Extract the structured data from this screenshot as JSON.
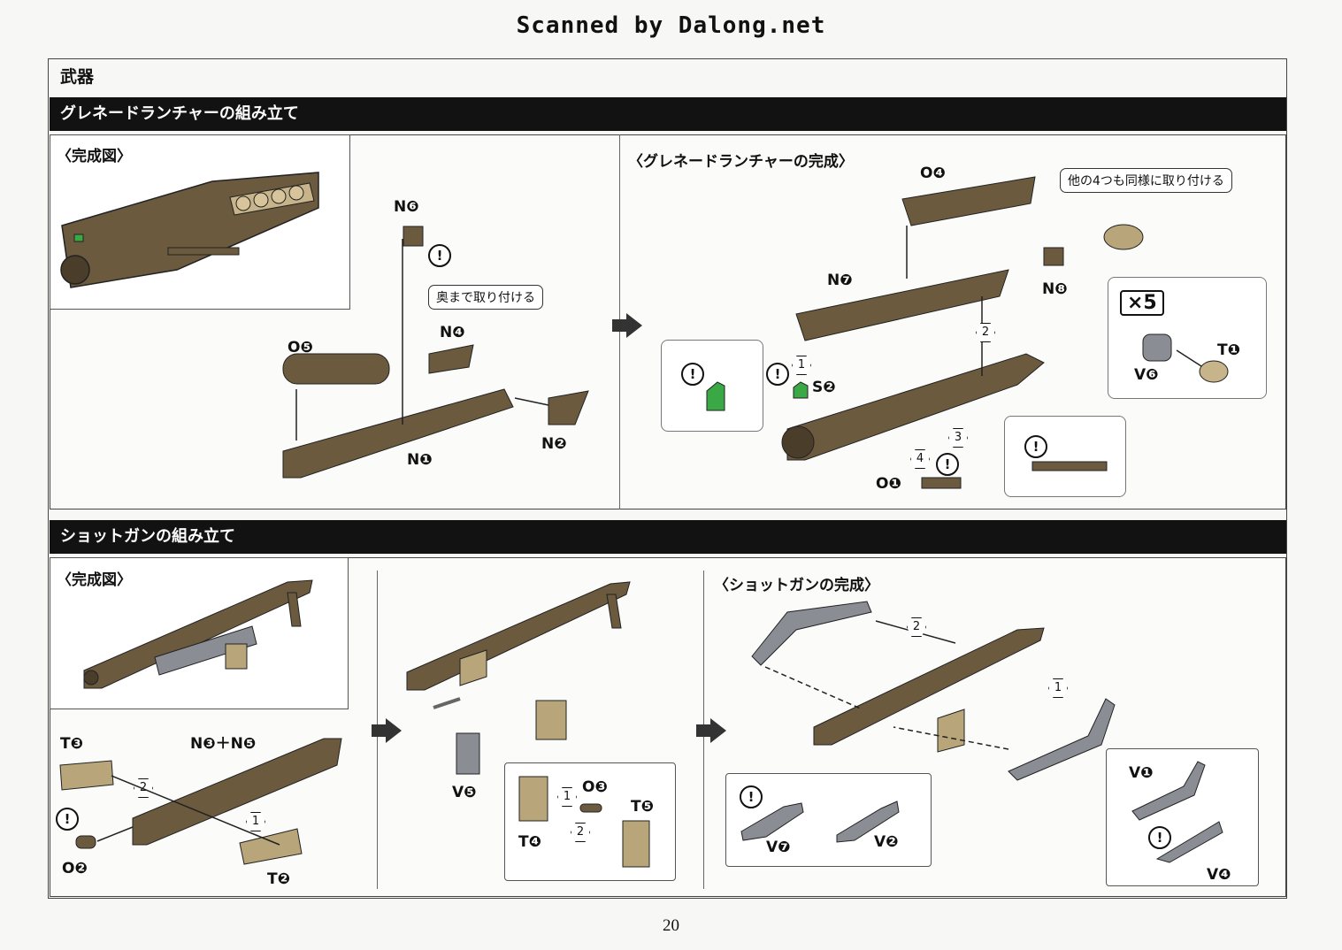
{
  "header": {
    "scan_credit": "Scanned by Dalong.net"
  },
  "category": "武器",
  "sections": [
    {
      "title": "グレネードランチャーの組み立て",
      "completed_label": "〈完成図〉",
      "done_label": "〈グレネードランチャーの完成〉",
      "note_push": "奥まで取り付ける",
      "note_repeat": "他の4つも同様に取り付ける",
      "multiplier": "×5",
      "parts": [
        "N❻",
        "N❹",
        "O❺",
        "N❷",
        "N❶",
        "O❹",
        "N❼",
        "N❽",
        "S❷",
        "T❶",
        "V❻",
        "O❶"
      ]
    },
    {
      "title": "ショットガンの組み立て",
      "completed_label": "〈完成図〉",
      "done_label": "〈ショットガンの完成〉",
      "parts": [
        "T❸",
        "N❸＋N❺",
        "O❷",
        "T❷",
        "V❺",
        "O❸",
        "T❺",
        "T❹",
        "V❼",
        "V❷",
        "V❶",
        "V❹"
      ]
    }
  ],
  "symbols": {
    "warning": "!",
    "steps": [
      "1",
      "2",
      "3",
      "4"
    ]
  },
  "footer": {
    "page_number": "20"
  },
  "colors": {
    "part_brown": "#6b5a3e",
    "part_tan": "#b8a57a",
    "part_gray": "#8a8d93",
    "accent_green": "#3aa845",
    "bar_black": "#121212"
  }
}
